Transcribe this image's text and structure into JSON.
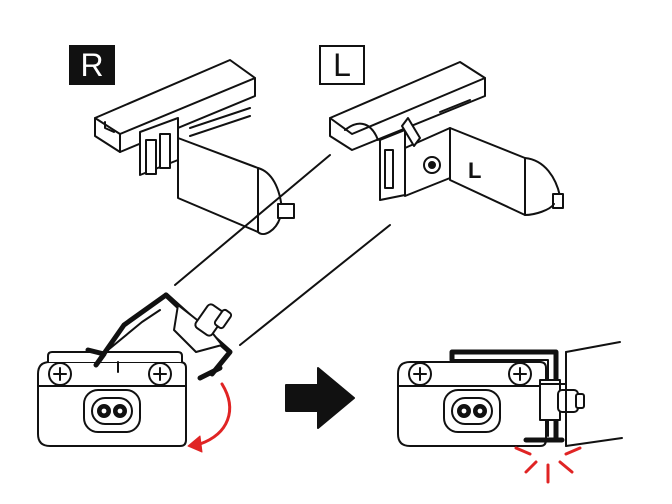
{
  "labels": {
    "right": "R",
    "left": "L",
    "bracket_letter": "L"
  },
  "colors": {
    "line": "#111111",
    "accent": "#e02424",
    "fill": "#ffffff",
    "label_dark": "#111111"
  },
  "icons": [
    "rotate-arrow-icon",
    "next-step-arrow-icon",
    "click-spark-icon",
    "power-socket-icon",
    "screw-icon"
  ]
}
